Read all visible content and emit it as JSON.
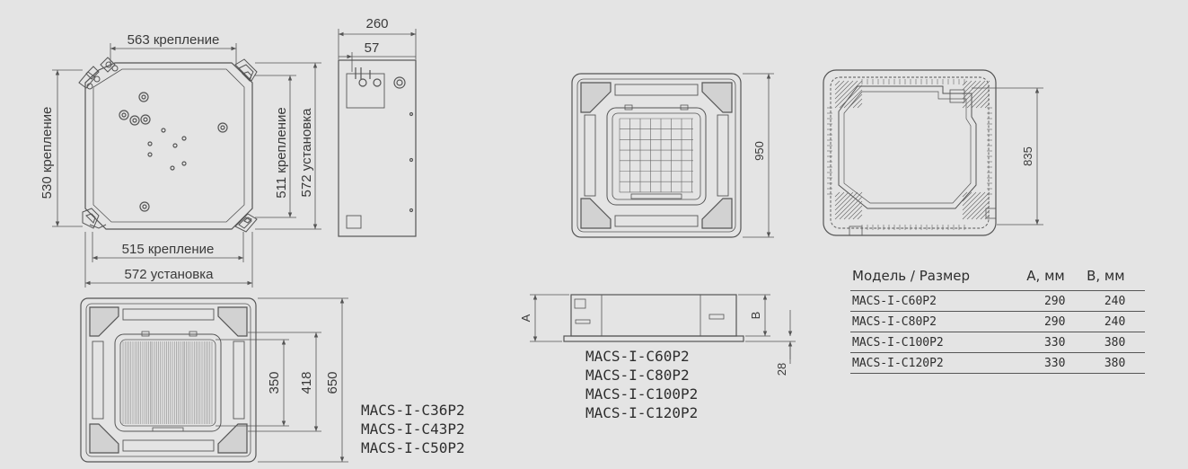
{
  "top_view_small": {
    "dim_top": "563 крепление",
    "dim_left": "530 крепление",
    "dim_right_inner": "511 крепление",
    "dim_right_outer": "572 установка",
    "dim_bottom_inner": "515 крепление",
    "dim_bottom_outer": "572 установка"
  },
  "side_view_small": {
    "dim_width": "260",
    "dim_offset": "57"
  },
  "panel_small": {
    "dim_inner": "350",
    "dim_mid": "418",
    "dim_outer": "650",
    "models": [
      "MACS-I-C36P2",
      "MACS-I-C43P2",
      "MACS-I-C50P2"
    ]
  },
  "panel_large": {
    "dim_height": "950"
  },
  "top_view_large": {
    "dim_height": "835"
  },
  "side_view_large": {
    "dim_a": "A",
    "dim_b": "B",
    "dim_panel": "28",
    "models": [
      "MACS-I-C60P2",
      "MACS-I-C80P2",
      "MACS-I-C100P2",
      "MACS-I-C120P2"
    ]
  },
  "spec_table": {
    "headers": [
      "Модель / Размер",
      "A, мм",
      "B, мм"
    ],
    "rows": [
      [
        "MACS-I-C60P2",
        "290",
        "240"
      ],
      [
        "MACS-I-C80P2",
        "290",
        "240"
      ],
      [
        "MACS-I-C100P2",
        "330",
        "380"
      ],
      [
        "MACS-I-C120P2",
        "330",
        "380"
      ]
    ]
  },
  "colors": {
    "background": "#e4e4e4",
    "line": "#555555",
    "text": "#2e2e2e"
  }
}
